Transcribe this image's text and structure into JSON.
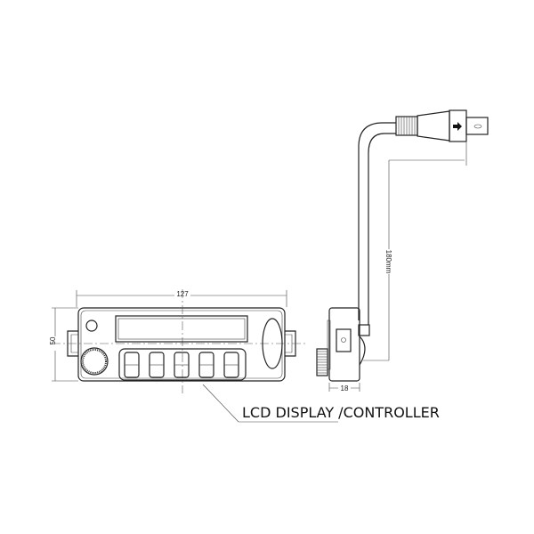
{
  "dimensions": {
    "width": "127",
    "height": "50",
    "cable_length": "180mm",
    "depth": "18"
  },
  "callout": {
    "label": "LCD DISPLAY /CONTROLLER"
  },
  "front_view": {
    "button_count": 5
  }
}
